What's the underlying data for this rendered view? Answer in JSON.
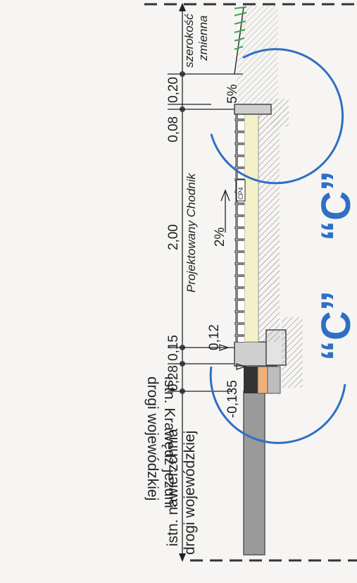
{
  "dimensions": {
    "d028": "0,28",
    "d015": "0,15",
    "d200": "2,00",
    "d008": "0,08",
    "d020": "0,20"
  },
  "labels": {
    "sidewalk": "Projektowany Chodnik",
    "width_variable_1": "szerokość",
    "width_variable_2": "zmienna",
    "road_surface_1": "istn. nawierzchnia",
    "road_surface_2": "drogi wojewódzkiej",
    "road_edge_1": "istn. Krawędź jezdni",
    "road_edge_2": "drogi wojewódzkiej"
  },
  "levels": {
    "lvl_0135": "-0,135",
    "lvl_012": "0,12"
  },
  "slopes": {
    "sidewalk_slope": "2%",
    "green_slope": "5%"
  },
  "detail_markers": {
    "marker_1": "“C”",
    "marker_2": "“C”"
  },
  "tags": {
    "cp4": "CP4"
  },
  "colors": {
    "detail_circle": "#2f6fc4",
    "grass": "#3aa64a",
    "asphalt": "#9a9a9a",
    "sand_bed": "#f4f1c8",
    "orange_layer": "#f0b07a"
  }
}
